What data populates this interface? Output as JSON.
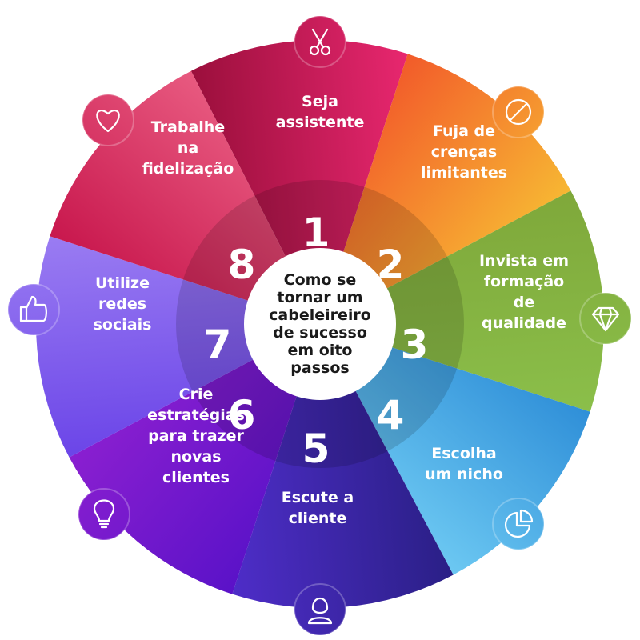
{
  "center": {
    "lines": [
      "Como se",
      "tornar um",
      "cabeleireiro",
      "de sucesso",
      "em oito",
      "passos"
    ]
  },
  "steps": [
    {
      "number": "1",
      "label_lines": [
        "Seja",
        "assistente"
      ],
      "icon": "scissors-icon",
      "color_a": "#9b0f3c",
      "color_b": "#e8276f"
    },
    {
      "number": "2",
      "label_lines": [
        "Fuja de",
        "crenças",
        "limitantes"
      ],
      "icon": "prohibited-icon",
      "color_a": "#f25b2a",
      "color_b": "#f7b733"
    },
    {
      "number": "3",
      "label_lines": [
        "Invista em",
        "formação",
        "de",
        "qualidade"
      ],
      "icon": "diamond-icon",
      "color_a": "#7fa83a",
      "color_b": "#8bbf4a"
    },
    {
      "number": "4",
      "label_lines": [
        "Escolha",
        "um nicho"
      ],
      "icon": "pie-chart-icon",
      "color_a": "#2f8fd8",
      "color_b": "#6cc8f2"
    },
    {
      "number": "5",
      "label_lines": [
        "Escute a",
        "cliente"
      ],
      "icon": "person-icon",
      "color_a": "#2a1f86",
      "color_b": "#4e2dc8"
    },
    {
      "number": "6",
      "label_lines": [
        "Crie",
        "estratégias",
        "para trazer",
        "novas",
        "clientes"
      ],
      "icon": "lightbulb-icon",
      "color_a": "#5a12c8",
      "color_b": "#8a1fd0"
    },
    {
      "number": "7",
      "label_lines": [
        "Utilize",
        "redes",
        "sociais"
      ],
      "icon": "thumbs-up-icon",
      "color_a": "#6b45e8",
      "color_b": "#9a7cf2"
    },
    {
      "number": "8",
      "label_lines": [
        "Trabalhe",
        "na",
        "fidelização"
      ],
      "icon": "heart-icon",
      "color_a": "#c8174d",
      "color_b": "#e85a80"
    }
  ]
}
